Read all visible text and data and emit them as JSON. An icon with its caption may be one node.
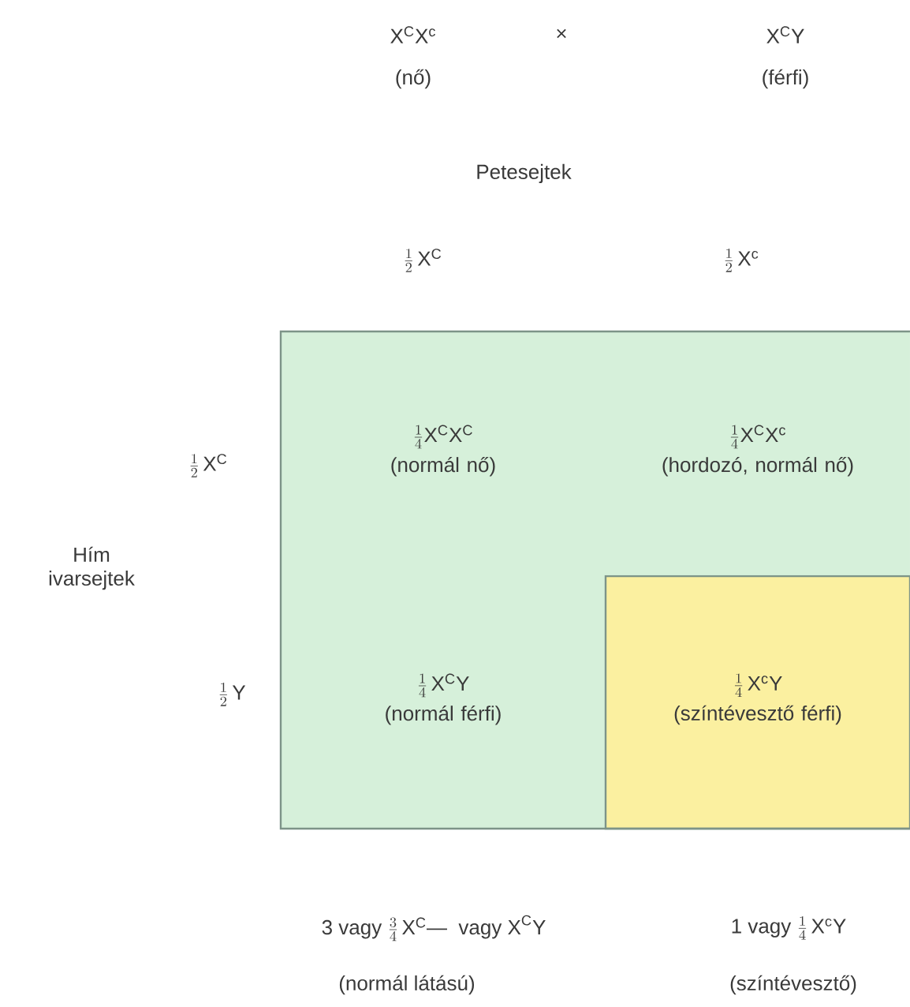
{
  "diagram": {
    "nodes": [
      {
        "text": [
          "\\frac{1}{4}\\mathsf{X}^{\\mathsf{C}}\\mathsf{X}^{\\mathsf{C}}",
          "(normál nő)"
        ]
      },
      {
        "text": [
          "\\frac{1}{4}\\mathsf{X}^{\\mathsf{C}}\\mathsf{X}^{\\mathsf{c}}",
          "(hordozó, normál nő)"
        ]
      },
      {
        "text": [
          "\\frac{1}{4}\\,\\mathsf{X}^{\\mathsf{C}}\\mathsf{Y}",
          "(normál férfi)"
        ]
      },
      {
        "text": [
          "\\frac{1}{4}\\,\\mathsf{X}^{\\mathsf{c}}\\mathsf{Y}",
          "(színtévesztő férfi)"
        ]
      }
    ],
    "labels": [
      "\\mathsf{X}^{\\mathsf{C}}\\mathsf{X}^{\\mathsf{c}}",
      "×",
      "\\mathsf{X}^{\\mathsf{C}}\\mathsf{Y}",
      "(nő)",
      "(férfi)",
      "Petesejtek",
      "\\frac{1}{2}\\,\\mathsf{X}^{\\mathsf{C}}",
      "\\frac{1}{2}\\,\\mathsf{X}^{\\mathsf{c}}",
      "\\frac{1}{2}\\,\\mathsf{X}^{\\mathsf{C}}",
      "Hím ivarsejtek",
      "\\frac{1}{2}\\,\\mathsf{Y}",
      "\\mathsf{3\\ vagy\\ }\\frac{3}{4}\\,\\mathsf{X}^{\\mathsf{C}}\\mathsf{—\\ \\ vagy\\ X}^{\\mathsf{C}}\\mathsf{Y}",
      "(normál látású)",
      "\\mathsf{1\\ vagy\\ }\\frac{1}{4}\\,\\mathsf{X}^{\\mathsf{c}}\\mathsf{Y}",
      "(színtévesztő)"
    ]
  }
}
